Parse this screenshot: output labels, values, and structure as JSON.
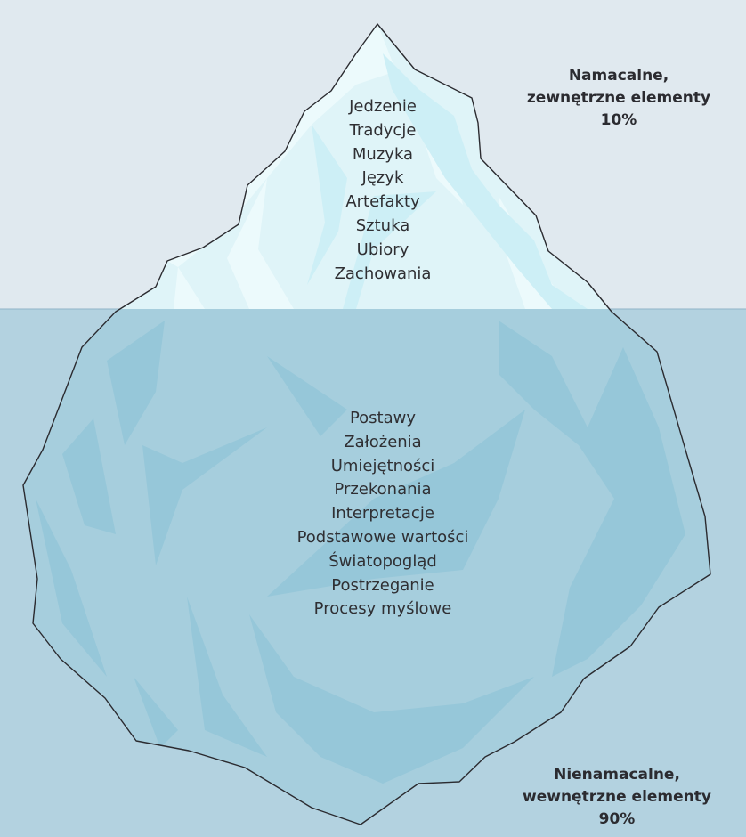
{
  "above_water": {
    "items": [
      "Jedzenie",
      "Tradycje",
      "Muzyka",
      "Język",
      "Artefakty",
      "Sztuka",
      "Ubiory",
      "Zachowania"
    ],
    "label": {
      "line1": "Namacalne,",
      "line2": "zewnętrzne elementy",
      "percent": "10%"
    }
  },
  "below_water": {
    "items": [
      "Postawy",
      "Założenia",
      "Umiejętności",
      "Przekonania",
      "Interpretacje",
      "Podstawowe wartości",
      "Światopogląd",
      "Postrzeganie",
      "Procesy myślowe"
    ],
    "label": {
      "line1": "Nienamacalne,",
      "line2": "wewnętrzne elementy",
      "percent": "90%"
    }
  },
  "colors": {
    "sky": "#e0e9ef",
    "water": "#b3d2e0",
    "ice_above": "#dff4f8",
    "ice_above_highlight": "#ecfafc",
    "ice_above_shadow": "#cdeff6",
    "ice_below": "#a6cedd",
    "ice_below_shadow": "#96c7d9",
    "outline": "#2b2b30"
  }
}
